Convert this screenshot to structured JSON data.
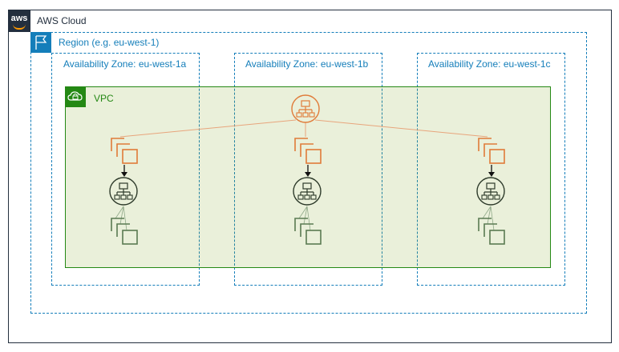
{
  "cloud": {
    "title": "AWS Cloud",
    "logo_text": "aws"
  },
  "region": {
    "title": "Region (e.g. eu-west-1)"
  },
  "availability_zones": [
    {
      "title": "Availability Zone: eu-west-1a"
    },
    {
      "title": "Availability Zone: eu-west-1b"
    },
    {
      "title": "Availability Zone: eu-west-1c"
    }
  ],
  "vpc": {
    "title": "VPC"
  },
  "colors": {
    "cloud_border": "#232f3e",
    "region": "#147eba",
    "vpc": "#248814",
    "orange": "#e07b39",
    "dark_node": "#2d3a2a",
    "instances_green": "#5a7a52"
  },
  "icons": {
    "global_load_balancer": "load-balancer-icon",
    "zone_group": "auto-scaling-group-icon",
    "zone_load_balancer": "load-balancer-icon",
    "zone_instances": "instances-icon"
  }
}
